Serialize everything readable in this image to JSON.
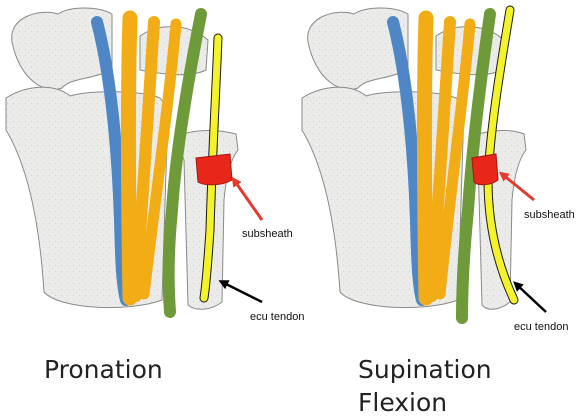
{
  "panels": [
    {
      "caption": "Pronation",
      "subsheath_label": "subsheath",
      "ecu_label": "ecu tendon"
    },
    {
      "caption_line1": "Supination",
      "caption_line2": "Flexion",
      "subsheath_label": "subsheath",
      "ecu_label": "ecu tendon"
    }
  ],
  "colors": {
    "bone": "#e9e9e7",
    "bone_outline": "#8a8a8a",
    "blue_tendon": "#4f86c6",
    "orange_tendon": "#f2ad16",
    "green_tendon": "#6f9a3a",
    "ecu_tendon": "#f4f32a",
    "subsheath": "#e8261a",
    "arrow_red": "#e33b2e",
    "arrow_black": "#000000"
  }
}
